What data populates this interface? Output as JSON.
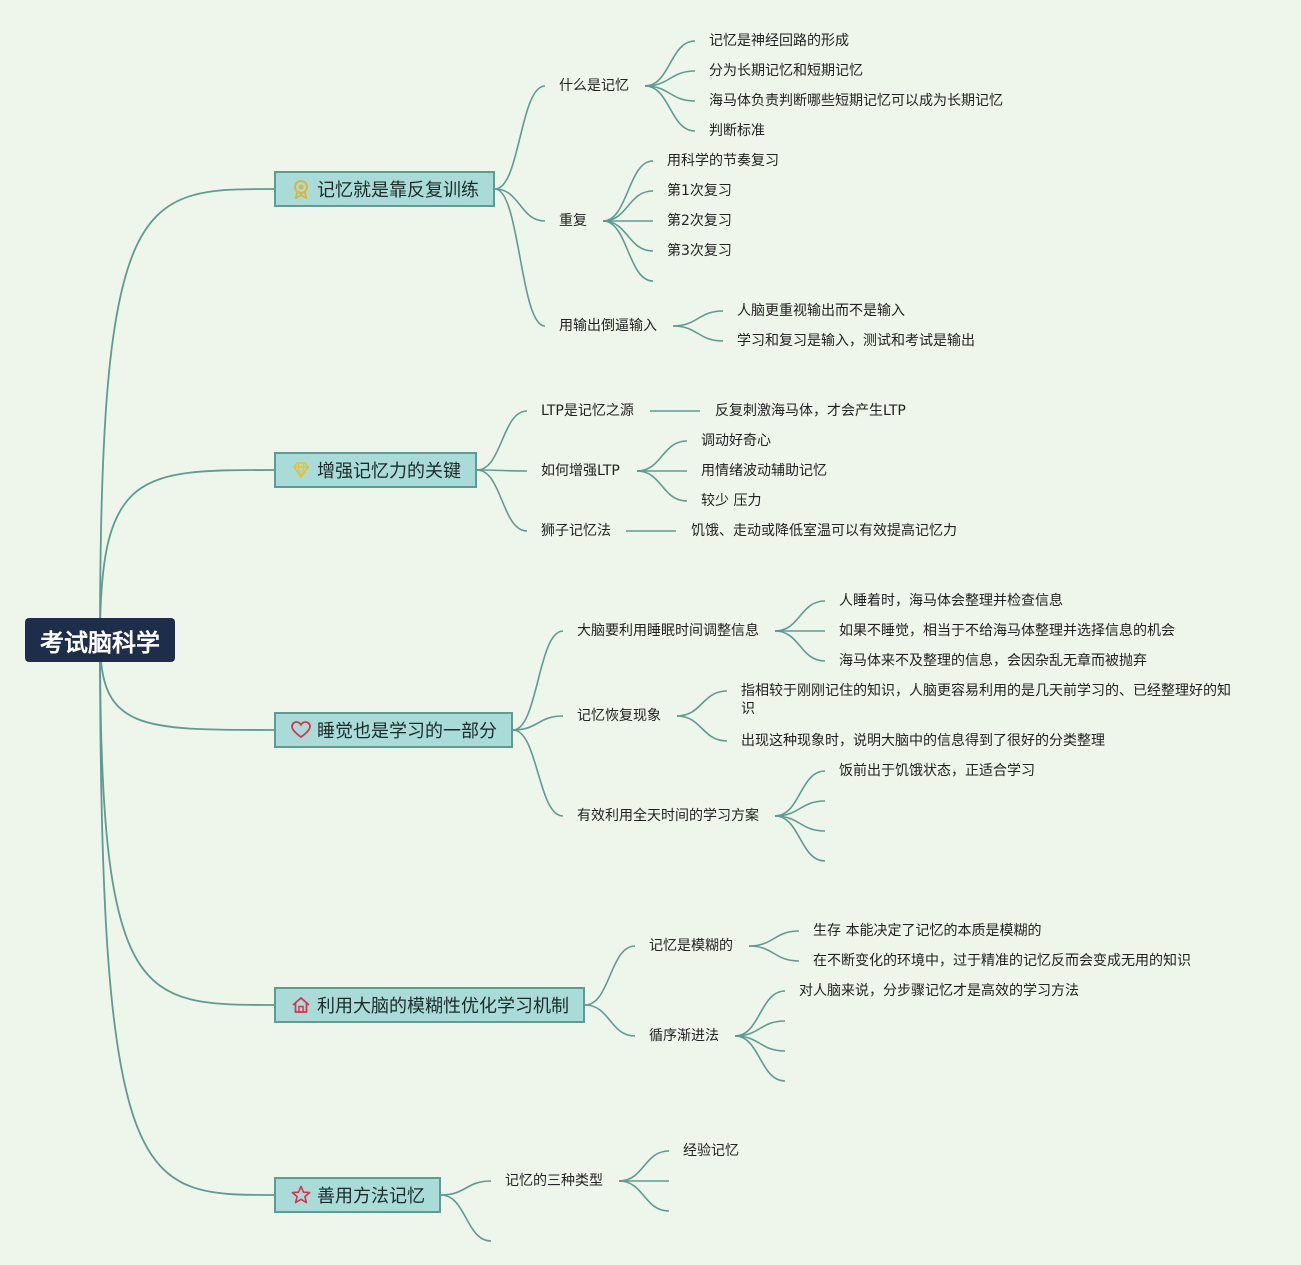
{
  "root": "考试脑科学",
  "branches": [
    {
      "label": "记忆就是靠反复训练",
      "icon": "award-icon",
      "subs": [
        {
          "label": "什么是记忆",
          "leaves": [
            "记忆是神经回路的形成",
            "分为长期记忆和短期记忆",
            "海马体负责判断哪些短期记忆可以成为长期记忆",
            "判断标准"
          ]
        },
        {
          "label": "重复",
          "leaves": [
            "用科学的节奏复习",
            "第1次复习",
            "第2次复习",
            "第3次复习",
            ""
          ]
        },
        {
          "label": "用输出倒逼输入",
          "leaves": [
            "人脑更重视输出而不是输入",
            "学习和复习是输入，测试和考试是输出"
          ]
        }
      ]
    },
    {
      "label": "增强记忆力的关键",
      "icon": "diamond-icon",
      "subs": [
        {
          "label": "LTP是记忆之源",
          "leaves": [
            "反复刺激海马体，才会产生LTP"
          ]
        },
        {
          "label": "如何增强LTP",
          "leaves": [
            "调动好奇心",
            "用情绪波动辅助记忆",
            "较少 压力"
          ]
        },
        {
          "label": "狮子记忆法",
          "leaves": [
            "饥饿、走动或降低室温可以有效提高记忆力"
          ]
        }
      ]
    },
    {
      "label": "睡觉也是学习的一部分",
      "icon": "heart-icon",
      "subs": [
        {
          "label": "大脑要利用睡眠时间调整信息",
          "leaves": [
            "人睡着时，海马体会整理并检查信息",
            "如果不睡觉，相当于不给海马体整理并选择信息的机会",
            "海马体来不及整理的信息，会因杂乱无章而被抛弃"
          ]
        },
        {
          "label": "记忆恢复现象",
          "leaves": [
            "指相较于刚刚记住的知识，人脑更容易利用的是几天前学习的、已经整理好的知识",
            "出现这种现象时，说明大脑中的信息得到了很好的分类整理"
          ]
        },
        {
          "label": "有效利用全天时间的学习方案",
          "leaves": [
            "饭前出于饥饿状态，正适合学习",
            "",
            "",
            ""
          ]
        }
      ]
    },
    {
      "label": "利用大脑的模糊性优化学习机制",
      "icon": "home-icon",
      "subs": [
        {
          "label": "记忆是模糊的",
          "leaves": [
            "生存 本能决定了记忆的本质是模糊的",
            "在不断变化的环境中，过于精准的记忆反而会变成无用的知识"
          ]
        },
        {
          "label": "循序渐进法",
          "leaves": [
            "对人脑来说，分步骤记忆才是高效的学习方法",
            "",
            "",
            ""
          ]
        }
      ]
    },
    {
      "label": "善用方法记忆",
      "icon": "star-icon",
      "subs": [
        {
          "label": "记忆的三种类型",
          "leaves": [
            "经验记忆",
            "",
            ""
          ]
        },
        {
          "label": "",
          "leaves": []
        }
      ]
    }
  ],
  "colors": {
    "background": "#eef5ea",
    "line": "#5e9c92",
    "root_fill": "#1e2d4a",
    "branch_fill": "#a9dcd8"
  }
}
